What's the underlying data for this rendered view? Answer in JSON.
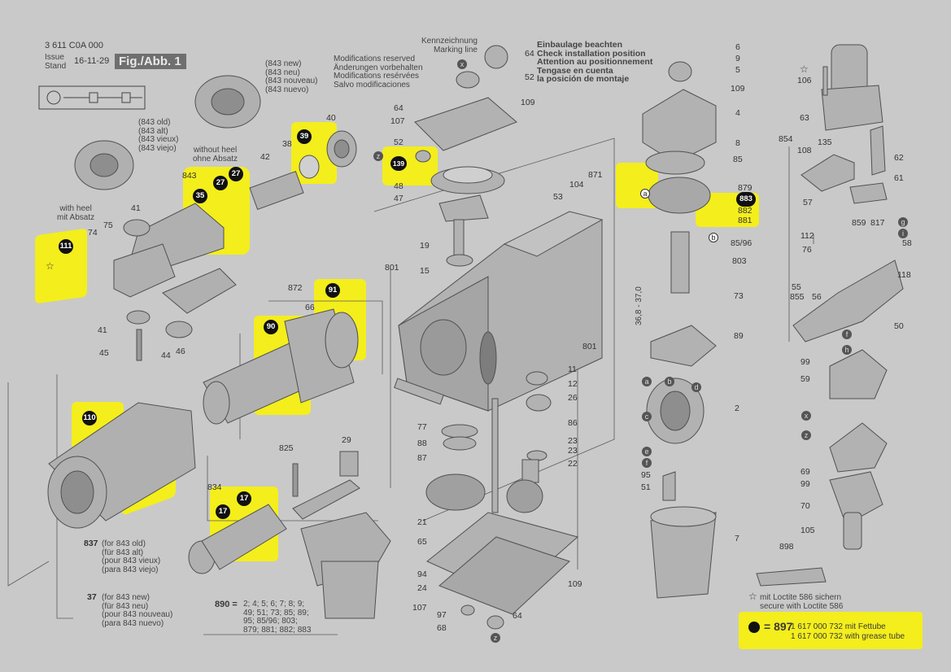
{
  "header": {
    "part_no": "3 611 C0A 000",
    "issue_label": "Issue\nStand",
    "date": "16-11-29",
    "fig_label": "Fig./Abb. 1"
  },
  "notes": {
    "modifications": "Modifications reserved\nÄnderungen vorbehalten\nModifications resérvées\nSalvo modificaciones",
    "install_title": "Einbaulage beachten\nCheck installation position\nAttention au positionnement\nTengase en cuenta\nla posición de montaje",
    "kennzeichnung": "Kennzeichnung\nMarking line",
    "new_843": "(843 new)\n(843 neu)\n(843 nouveau)\n(843 nuevo)",
    "old_843": "(843 old)\n(843 alt)\n(843 vieux)\n(843 viejo)",
    "without_heel": "without heel\nohne Absatz",
    "with_heel": "with heel\nmit Absatz",
    "for_old_837": "(for 843 old)\n(für 843 alt)\n(pour 843 vieux)\n(para 843 viejo)",
    "for_new_37": "(for 843 new)\n(für 843 neu)\n(pour 843 nouveau)\n(para 843 nuevo)",
    "set_890_label": "890 =",
    "set_890_items": "2; 4; 5; 6; 7; 8; 9;\n49; 51; 73; 85; 89;\n95; 85/96; 803;\n879; 881; 882; 883",
    "loctite": "mit Loctite 586 sichern\nsecure with Loctite 586",
    "dimension": "36,8 - 37,0"
  },
  "legend": {
    "ref": "= 897",
    "line1": "1 617 000 732 mit Fettube",
    "line2": "1 617 000 732 with grease tube"
  },
  "callouts": {
    "c111": "111",
    "c35": "35",
    "c27a": "27",
    "c27b": "27",
    "c39": "39",
    "c139": "139",
    "c91": "91",
    "c90": "90",
    "c110": "110",
    "c17a": "17",
    "c17b": "17",
    "c883": "883"
  },
  "labels": {
    "n64a": "64",
    "n52a": "52",
    "n64b": "64",
    "n107a": "107",
    "n109a": "109",
    "n52b": "52",
    "n48": "48",
    "n47": "47",
    "n53": "53",
    "n104": "104",
    "n871": "871",
    "n19": "19",
    "n15": "15",
    "n801a": "801",
    "n801b": "801",
    "n11": "11",
    "n12": "12",
    "n26": "26",
    "n86": "86",
    "n77": "77",
    "n88": "88",
    "n87": "87",
    "n23a": "23",
    "n23b": "23",
    "n22": "22",
    "n21": "21",
    "n65": "65",
    "n94": "94",
    "n24": "24",
    "n107b": "107",
    "n97": "97",
    "n68": "68",
    "n64c": "64",
    "n109b": "109",
    "n843": "843",
    "n42": "42",
    "n38": "38",
    "n40": "40",
    "n41a": "41",
    "n74": "74",
    "n75": "75",
    "n41b": "41",
    "n45": "45",
    "n44": "44",
    "n46": "46",
    "n872": "872",
    "n66": "66",
    "n825": "825",
    "n29": "29",
    "n834": "834",
    "n837": "837",
    "n37": "37",
    "n6": "6",
    "n9": "9",
    "n5": "5",
    "n109c": "109",
    "n4": "4",
    "n8": "8",
    "n85": "85",
    "n879": "879",
    "n882": "882",
    "n881": "881",
    "n85_96": "85/96",
    "n803": "803",
    "n73": "73",
    "n89": "89",
    "n2": "2",
    "n95": "95",
    "n51": "51",
    "n7": "7",
    "n106": "106",
    "n63": "63",
    "n854": "854",
    "n108": "108",
    "n135": "135",
    "n62": "62",
    "n61": "61",
    "n57": "57",
    "n112": "112",
    "n859": "859",
    "n817": "817",
    "n76": "76",
    "n58": "58",
    "n118": "118",
    "n55": "55",
    "n855": "855",
    "n56": "56",
    "n50": "50",
    "n99a": "99",
    "n59": "59",
    "n69": "69",
    "n99b": "99",
    "n70": "70",
    "n105": "105",
    "n898": "898"
  },
  "letters": {
    "x1": "x",
    "z1": "z",
    "a": "a",
    "b": "b",
    "c": "c",
    "d": "d",
    "e": "e",
    "f": "f",
    "g": "g",
    "h": "h",
    "i1": "i",
    "f1": "f",
    "x2": "x",
    "z2": "z",
    "z3": "z",
    "a2": "a",
    "b2": "b"
  },
  "colors": {
    "background": "#c9c9c9",
    "highlight": "#f4ee1c",
    "callout": "#111111",
    "line": "#5a5a5a"
  },
  "icons": {
    "star": "star-icon",
    "motor_symbol": "motor-schematic-icon"
  }
}
